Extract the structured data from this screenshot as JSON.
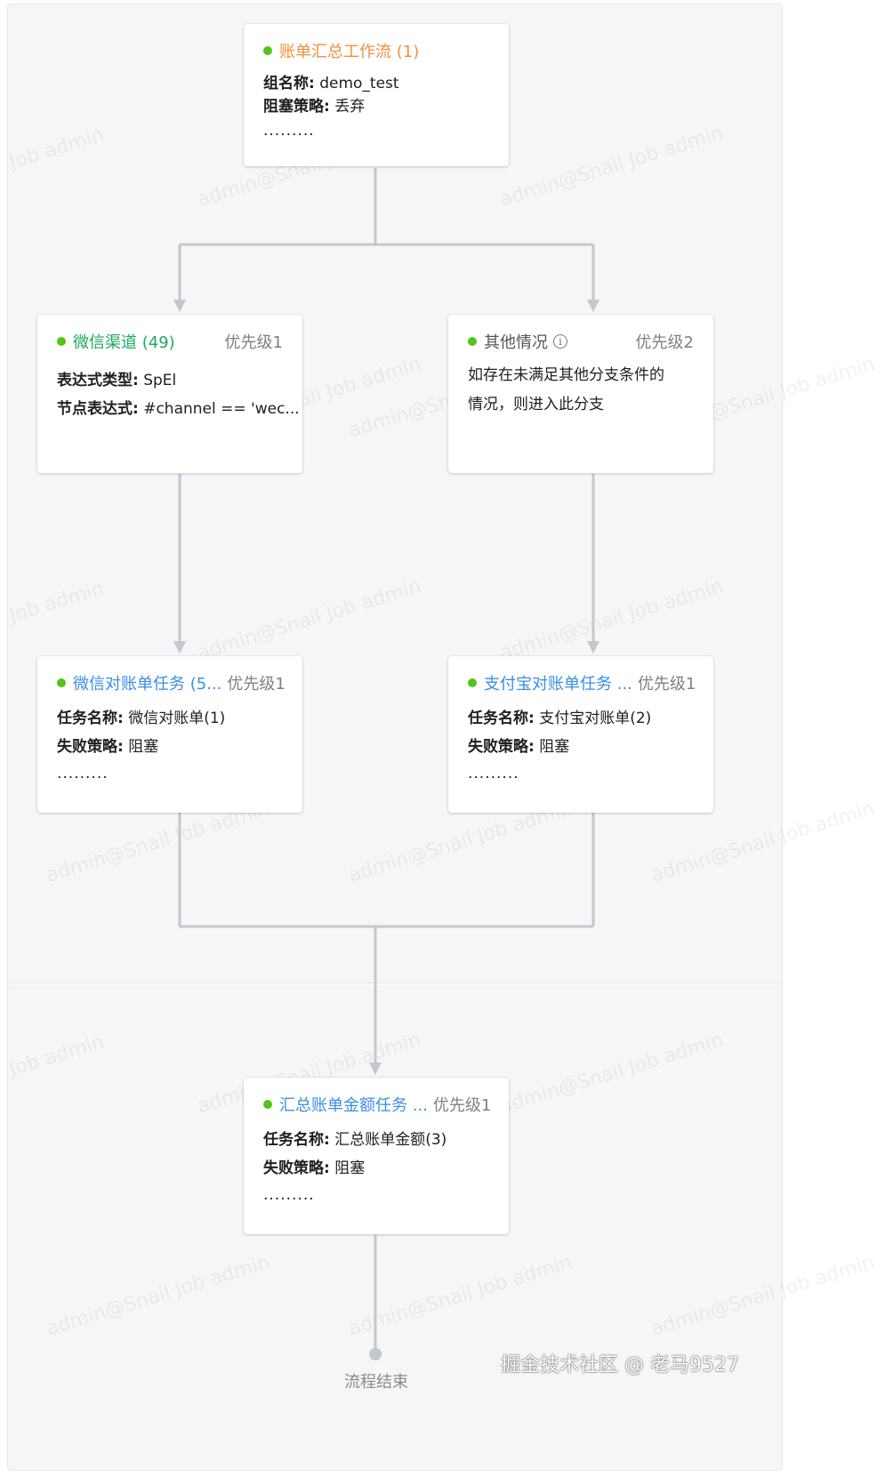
{
  "watermark": "admin@Snail Job admin",
  "watermark_short": "Job admin",
  "colors": {
    "line": "#c4c8cc",
    "dot": "#52c41a",
    "root_title": "#f0903e",
    "branch_title": "#1aab5c",
    "task_title": "#3a8ee6"
  },
  "root": {
    "title": "账单汇总工作流 (1)",
    "group_label": "组名称:",
    "group_value": "demo_test",
    "block_label": "阻塞策略:",
    "block_value": "丢弃",
    "more": "........."
  },
  "branch_wechat": {
    "title": "微信渠道 (49)",
    "priority": "优先级1",
    "expr_type_label": "表达式类型:",
    "expr_type_value": "SpEl",
    "expr_label": "节点表达式:",
    "expr_value": "#channel == 'wec..."
  },
  "branch_other": {
    "title": "其他情况",
    "priority": "优先级2",
    "desc_line1": "如存在未满足其他分支条件的",
    "desc_line2": "情况，则进入此分支"
  },
  "task_wechat": {
    "title": "微信对账单任务 (5...",
    "priority": "优先级1",
    "name_label": "任务名称:",
    "name_value": "微信对账单(1)",
    "fail_label": "失败策略:",
    "fail_value": "阻塞",
    "more": "........."
  },
  "task_alipay": {
    "title": "支付宝对账单任务 ...",
    "priority": "优先级1",
    "name_label": "任务名称:",
    "name_value": "支付宝对账单(2)",
    "fail_label": "失败策略:",
    "fail_value": "阻塞",
    "more": "........."
  },
  "task_summary": {
    "title": "汇总账单金额任务 ...",
    "priority": "优先级1",
    "name_label": "任务名称:",
    "name_value": "汇总账单金额(3)",
    "fail_label": "失败策略:",
    "fail_value": "阻塞",
    "more": "........."
  },
  "end_label": "流程结束",
  "footer": "掘金技术社区 @ 老马9527"
}
